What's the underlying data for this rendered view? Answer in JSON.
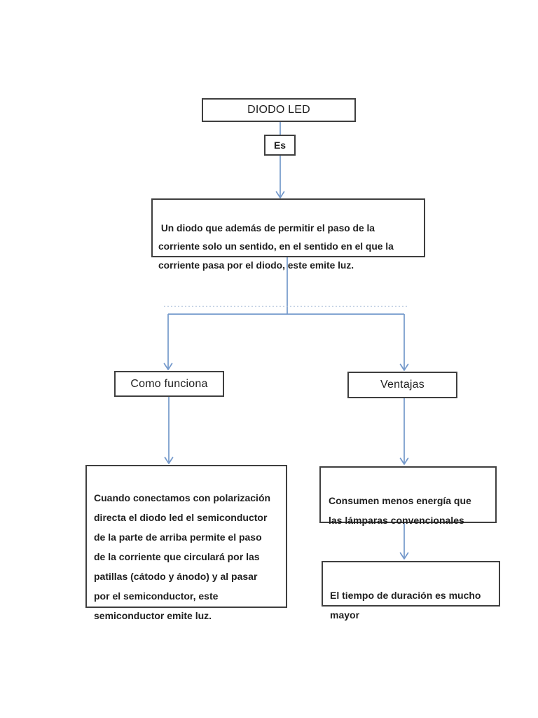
{
  "colors": {
    "connector": "#7398cb",
    "connector_faint": "#a8bcd6",
    "border": "#3f3f3f",
    "text": "#1f1f1f",
    "background": "#ffffff"
  },
  "diagram": {
    "root_label": "DIODO LED",
    "link_label": "Es",
    "definition": " Un diodo que además de permitir el paso de la\ncorriente solo un sentido, en el sentido en el que la\ncorriente pasa por el diodo, este emite luz.",
    "left_branch": {
      "label": "Como funciona",
      "detail": "Cuando conectamos con polarización\ndirecta el diodo led el semiconductor\nde la parte de arriba permite el paso\nde la corriente que circulará por las\npatillas (cátodo y ánodo) y al pasar\npor el semiconductor, este\nsemiconductor emite luz."
    },
    "right_branch": {
      "label": "Ventajas",
      "advantage_energy": "Consumen menos energía que\nlas lámparas convencionales",
      "advantage_duration": "El tiempo de duración es mucho\nmayor"
    }
  }
}
